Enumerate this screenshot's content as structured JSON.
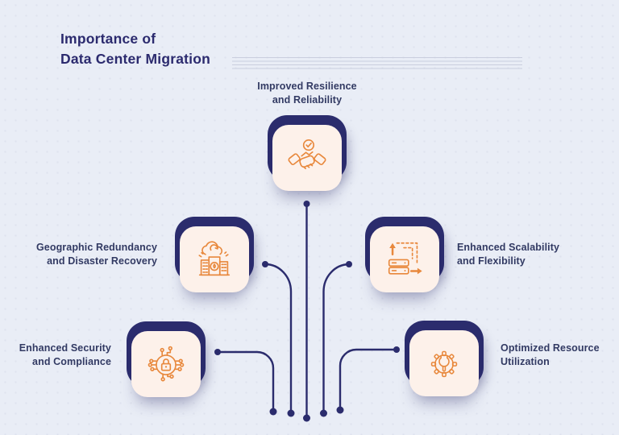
{
  "title": {
    "line1": "Importance of",
    "line2": "Data Center Migration"
  },
  "items": [
    {
      "id": "improved-resilience",
      "label_line1": "Improved Resilience",
      "label_line2": "and Reliability",
      "icon": "handshake-check-icon"
    },
    {
      "id": "geographic-redundancy",
      "label_line1": "Geographic Redundancy",
      "label_line2": "and Disaster Recovery",
      "icon": "buildings-cloud-sync-icon"
    },
    {
      "id": "enhanced-scalability",
      "label_line1": "Enhanced Scalability",
      "label_line2": "and Flexibility",
      "icon": "server-scale-arrows-icon"
    },
    {
      "id": "enhanced-security",
      "label_line1": "Enhanced Security",
      "label_line2": "and Compliance",
      "icon": "circuit-lock-icon"
    },
    {
      "id": "optimized-resource",
      "label_line1": "Optimized Resource",
      "label_line2": "Utilization",
      "icon": "gear-wrench-icon"
    }
  ],
  "colors": {
    "background": "#e9edf6",
    "navy": "#2b2c6d",
    "card": "#fdf1ea",
    "accent_orange": "#e8883c",
    "title_text": "#2b2a6e",
    "label_text": "#323a63",
    "divider_lines": "#c9cede"
  }
}
